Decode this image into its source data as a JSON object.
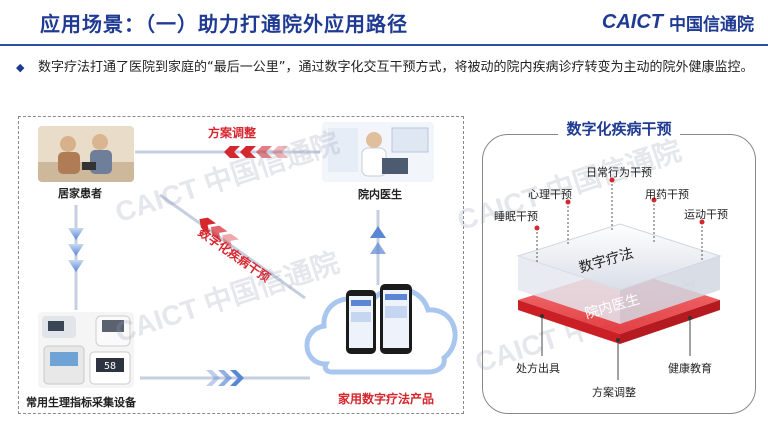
{
  "header": {
    "title": "应用场景：（一）助力打通院外应用路径",
    "logo_en": "CAICT",
    "logo_cn": "中国信通院"
  },
  "intro": {
    "text": "数字疗法打通了医院到家庭的“最后一公里”，通过数字化交互干预方式，将被动的院内疾病诊疗转变为主动的院外健康监控。"
  },
  "flow": {
    "home_patient": "居家患者",
    "hospital_doctor": "院内医生",
    "devices": "常用生理指标采集设备",
    "product": "家用数字疗法产品",
    "plan_adjust": "方案调整",
    "digital_intervention": "数字化疾病干预",
    "device_reading": "58"
  },
  "right": {
    "title": "数字化疾病干预",
    "top_layer": "数字疗法",
    "bottom_layer": "院内医生",
    "labels": {
      "sleep": "睡眠干预",
      "mind": "心理干预",
      "daily": "日常行为干预",
      "drug": "用药干预",
      "sport": "运动干预",
      "prescribe": "处方出具",
      "plan": "方案调整",
      "edu": "健康教育"
    }
  },
  "watermark": "CAICT 中国信通院"
}
